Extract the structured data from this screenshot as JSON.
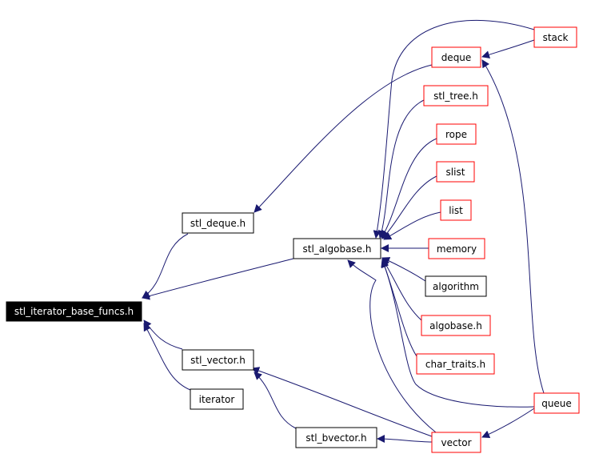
{
  "nodes": {
    "root": {
      "label": "stl_iterator_base_funcs.h",
      "stroke": "#000000",
      "fill": "#000000",
      "text": "#ffffff"
    },
    "stl_deque_h": {
      "label": "stl_deque.h",
      "stroke": "#000000"
    },
    "stl_algobase_h": {
      "label": "stl_algobase.h",
      "stroke": "#000000"
    },
    "stl_vector_h": {
      "label": "stl_vector.h",
      "stroke": "#000000"
    },
    "iterator": {
      "label": "iterator",
      "stroke": "#000000"
    },
    "stl_bvector_h": {
      "label": "stl_bvector.h",
      "stroke": "#000000"
    },
    "stack": {
      "label": "stack",
      "stroke": "#ff0000"
    },
    "deque": {
      "label": "deque",
      "stroke": "#ff0000"
    },
    "stl_tree_h": {
      "label": "stl_tree.h",
      "stroke": "#ff0000"
    },
    "rope": {
      "label": "rope",
      "stroke": "#ff0000"
    },
    "slist": {
      "label": "slist",
      "stroke": "#ff0000"
    },
    "list": {
      "label": "list",
      "stroke": "#ff0000"
    },
    "memory": {
      "label": "memory",
      "stroke": "#ff0000"
    },
    "algorithm": {
      "label": "algorithm",
      "stroke": "#000000"
    },
    "algobase_h": {
      "label": "algobase.h",
      "stroke": "#ff0000"
    },
    "char_traits_h": {
      "label": "char_traits.h",
      "stroke": "#ff0000"
    },
    "queue": {
      "label": "queue",
      "stroke": "#ff0000"
    },
    "vector": {
      "label": "vector",
      "stroke": "#ff0000"
    }
  },
  "edge_color": "#191970",
  "edges": [
    {
      "from": "stl_deque_h",
      "to": "root"
    },
    {
      "from": "stl_algobase_h",
      "to": "root"
    },
    {
      "from": "stl_vector_h",
      "to": "root"
    },
    {
      "from": "iterator",
      "to": "root"
    },
    {
      "from": "deque",
      "to": "stl_deque_h"
    },
    {
      "from": "stack",
      "to": "deque"
    },
    {
      "from": "queue",
      "to": "deque"
    },
    {
      "from": "stack",
      "to": "stl_algobase_h"
    },
    {
      "from": "stl_tree_h",
      "to": "stl_algobase_h"
    },
    {
      "from": "rope",
      "to": "stl_algobase_h"
    },
    {
      "from": "slist",
      "to": "stl_algobase_h"
    },
    {
      "from": "list",
      "to": "stl_algobase_h"
    },
    {
      "from": "memory",
      "to": "stl_algobase_h"
    },
    {
      "from": "algorithm",
      "to": "stl_algobase_h"
    },
    {
      "from": "algobase_h",
      "to": "stl_algobase_h"
    },
    {
      "from": "char_traits_h",
      "to": "stl_algobase_h"
    },
    {
      "from": "queue",
      "to": "stl_algobase_h"
    },
    {
      "from": "vector",
      "to": "stl_algobase_h"
    },
    {
      "from": "vector",
      "to": "stl_vector_h"
    },
    {
      "from": "stl_bvector_h",
      "to": "stl_vector_h"
    },
    {
      "from": "vector",
      "to": "stl_bvector_h"
    },
    {
      "from": "queue",
      "to": "vector"
    }
  ]
}
